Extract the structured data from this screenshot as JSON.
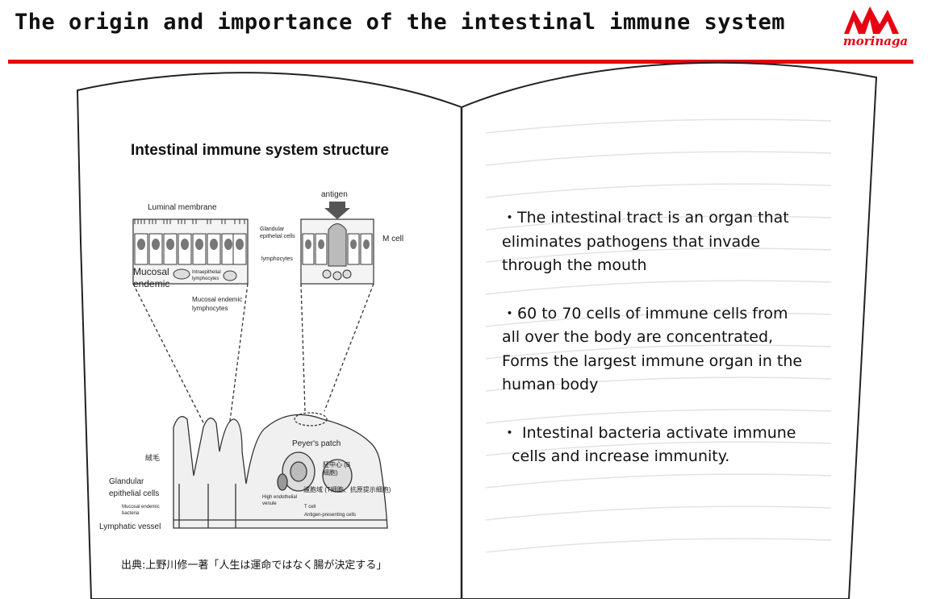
{
  "slide": {
    "title": "The origin and importance of the intestinal immune system"
  },
  "logo": {
    "text": "morinaga",
    "color": "#e60012"
  },
  "diagram": {
    "title": "Intestinal immune system structure",
    "labels": {
      "luminal_membrane": "Luminal membrane",
      "antigen": "antigen",
      "glandular_epithelial_small": "Glandular epithelial cells",
      "m_cell": "M cell",
      "lymphocytes": "lymphocytes",
      "intraepithelial": "Intraepithelial lymphocytes",
      "mucosal_endemic": "Mucosal endemic",
      "mucosal_endemic_lymphocytes": "Mucosal endemic lymphocytes",
      "peyers_patch": "Peyer's patch",
      "villi_jp": "絨毛",
      "germinal_center_jp": "胚中心 (B細胞)",
      "follicle_jp": "濾胞域 (T細胞、抗原提示細胞)",
      "glandular_epithelial": "Glandular epithelial cells",
      "mucosal_endemic_bacteria": "Mucosal endemic bacteria",
      "high_endothelial_venule": "High endothelial venule",
      "t_cell": "T cell",
      "antigen_presenting_cells": "Antigen-presenting cells",
      "lymphatic_vessel": "Lymphatic vessel"
    },
    "source": "出典:上野川修一著「人生は運命ではなく腸が決定する」"
  },
  "bullets": [
    {
      "lines": [
        "・The intestinal tract is an organ that",
        "eliminates pathogens that invade",
        "through the mouth"
      ]
    },
    {
      "lines": [
        "・60 to 70 cells of immune cells from",
        "all over the body are concentrated,",
        "Forms the largest immune organ in the",
        "human body"
      ]
    },
    {
      "lines": [
        "・ Intestinal bacteria activate immune",
        "  cells and increase immunity."
      ]
    }
  ]
}
